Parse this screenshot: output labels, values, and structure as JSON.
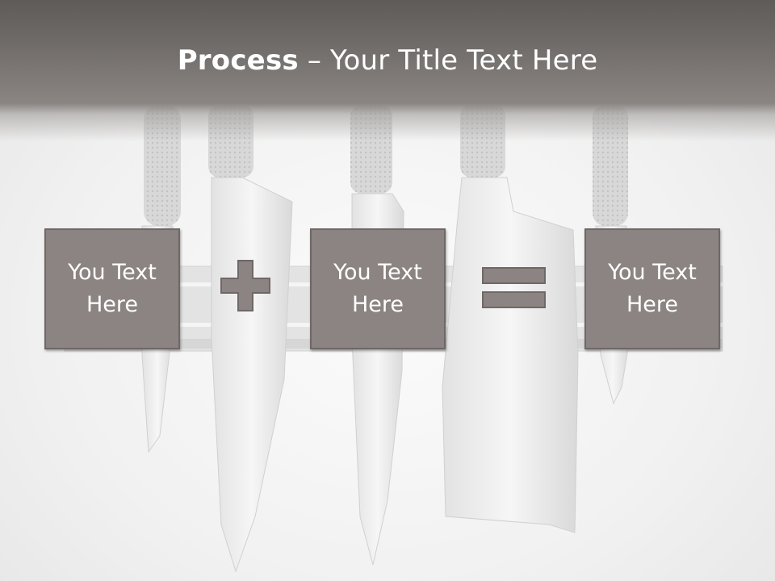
{
  "title": {
    "bold": "Process",
    "rest": " – Your Title Text Here"
  },
  "boxes": [
    {
      "label": "You Text Here"
    },
    {
      "label": "You Text Here"
    },
    {
      "label": "You Text Here"
    }
  ],
  "operators": [
    "plus-icon",
    "equals-icon"
  ],
  "colors": {
    "title_bar": "#6e6a68",
    "box_fill": "#8b8482",
    "box_border": "#6e6866",
    "text": "#ffffff"
  }
}
